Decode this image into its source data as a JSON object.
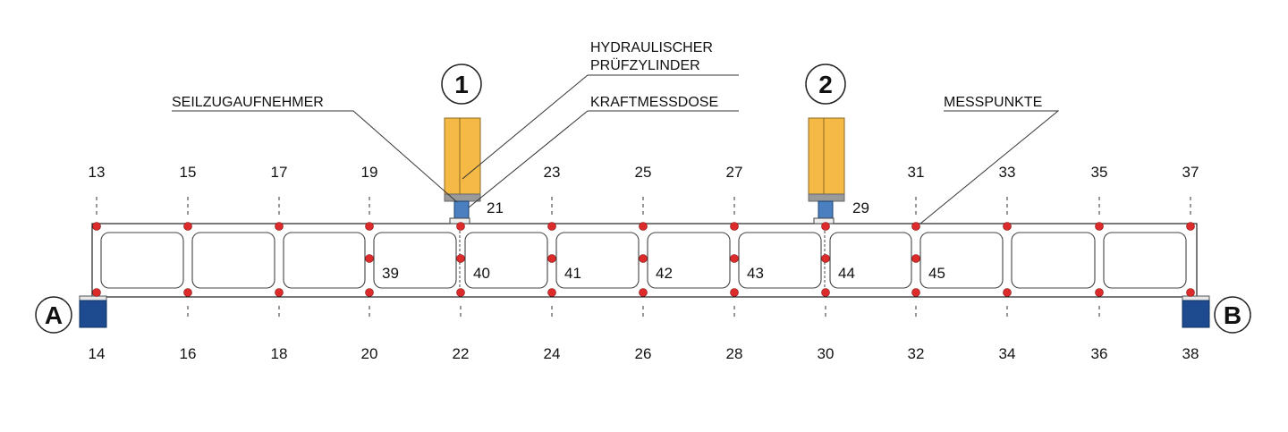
{
  "labels": {
    "hydraulic_line1": "HYDRAULISCHER",
    "hydraulic_line2": "PRÜFZYLINDER",
    "load_cell": "KRAFTMESSDOSE",
    "cable_sensor": "SEILZUGAUFNEHMER",
    "measure_points": "MESSPUNKTE"
  },
  "load_points": [
    "1",
    "2"
  ],
  "supports": [
    "A",
    "B"
  ],
  "top_numbers": [
    "13",
    "15",
    "17",
    "19",
    "21",
    "23",
    "25",
    "27",
    "29",
    "31",
    "33",
    "35",
    "37"
  ],
  "bottom_numbers": [
    "14",
    "16",
    "18",
    "20",
    "22",
    "24",
    "26",
    "28",
    "30",
    "32",
    "34",
    "36",
    "38"
  ],
  "web_numbers": [
    "39",
    "40",
    "41",
    "42",
    "43",
    "44",
    "45"
  ],
  "colors": {
    "measure_point": "#dd2a2a",
    "cylinder": "#f5b945",
    "load_cell": "#4a7fc0",
    "support": "#1e4b8f"
  }
}
